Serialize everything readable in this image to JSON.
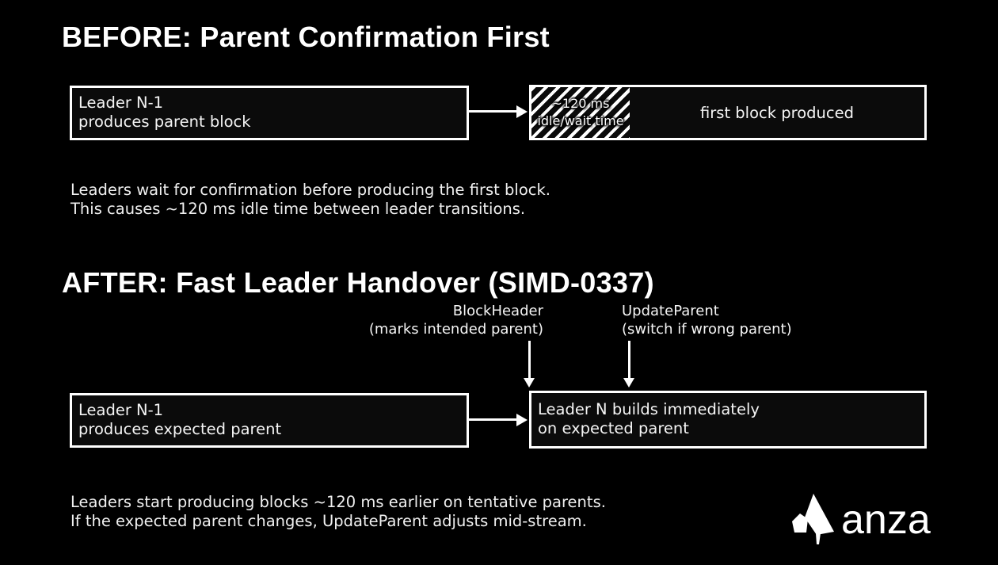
{
  "colors": {
    "background": "#000000",
    "box_fill": "#0b0b0b",
    "border": "#ffffff",
    "text": "#f2f2f2"
  },
  "before": {
    "title": "BEFORE: Parent Confirmation First",
    "leader_box": {
      "line1": "Leader N-1",
      "line2": "produces parent block"
    },
    "result_box": {
      "idle_line1": "~120 ms",
      "idle_line2": "idle/wait time",
      "produced_label": "first block produced"
    },
    "note_line1": "Leaders wait for confirmation before producing the first block.",
    "note_line2": "This causes ~120 ms idle time between leader transitions."
  },
  "after": {
    "title": "AFTER: Fast Leader Handover (SIMD-0337)",
    "annotations": [
      {
        "name": "BlockHeader",
        "desc": "(marks intended parent)"
      },
      {
        "name": "UpdateParent",
        "desc": "(switch if wrong parent)"
      }
    ],
    "leader_box": {
      "line1": "Leader N-1",
      "line2": "produces expected parent"
    },
    "builder_box": {
      "line1": "Leader N builds immediately",
      "line2": "on expected parent"
    },
    "note_line1": "Leaders start producing blocks ~120 ms earlier on tentative parents.",
    "note_line2": "If the expected parent changes, UpdateParent adjusts mid-stream."
  },
  "logo": {
    "mark_icon": "anza-mark-icon",
    "wordmark": "anza"
  }
}
